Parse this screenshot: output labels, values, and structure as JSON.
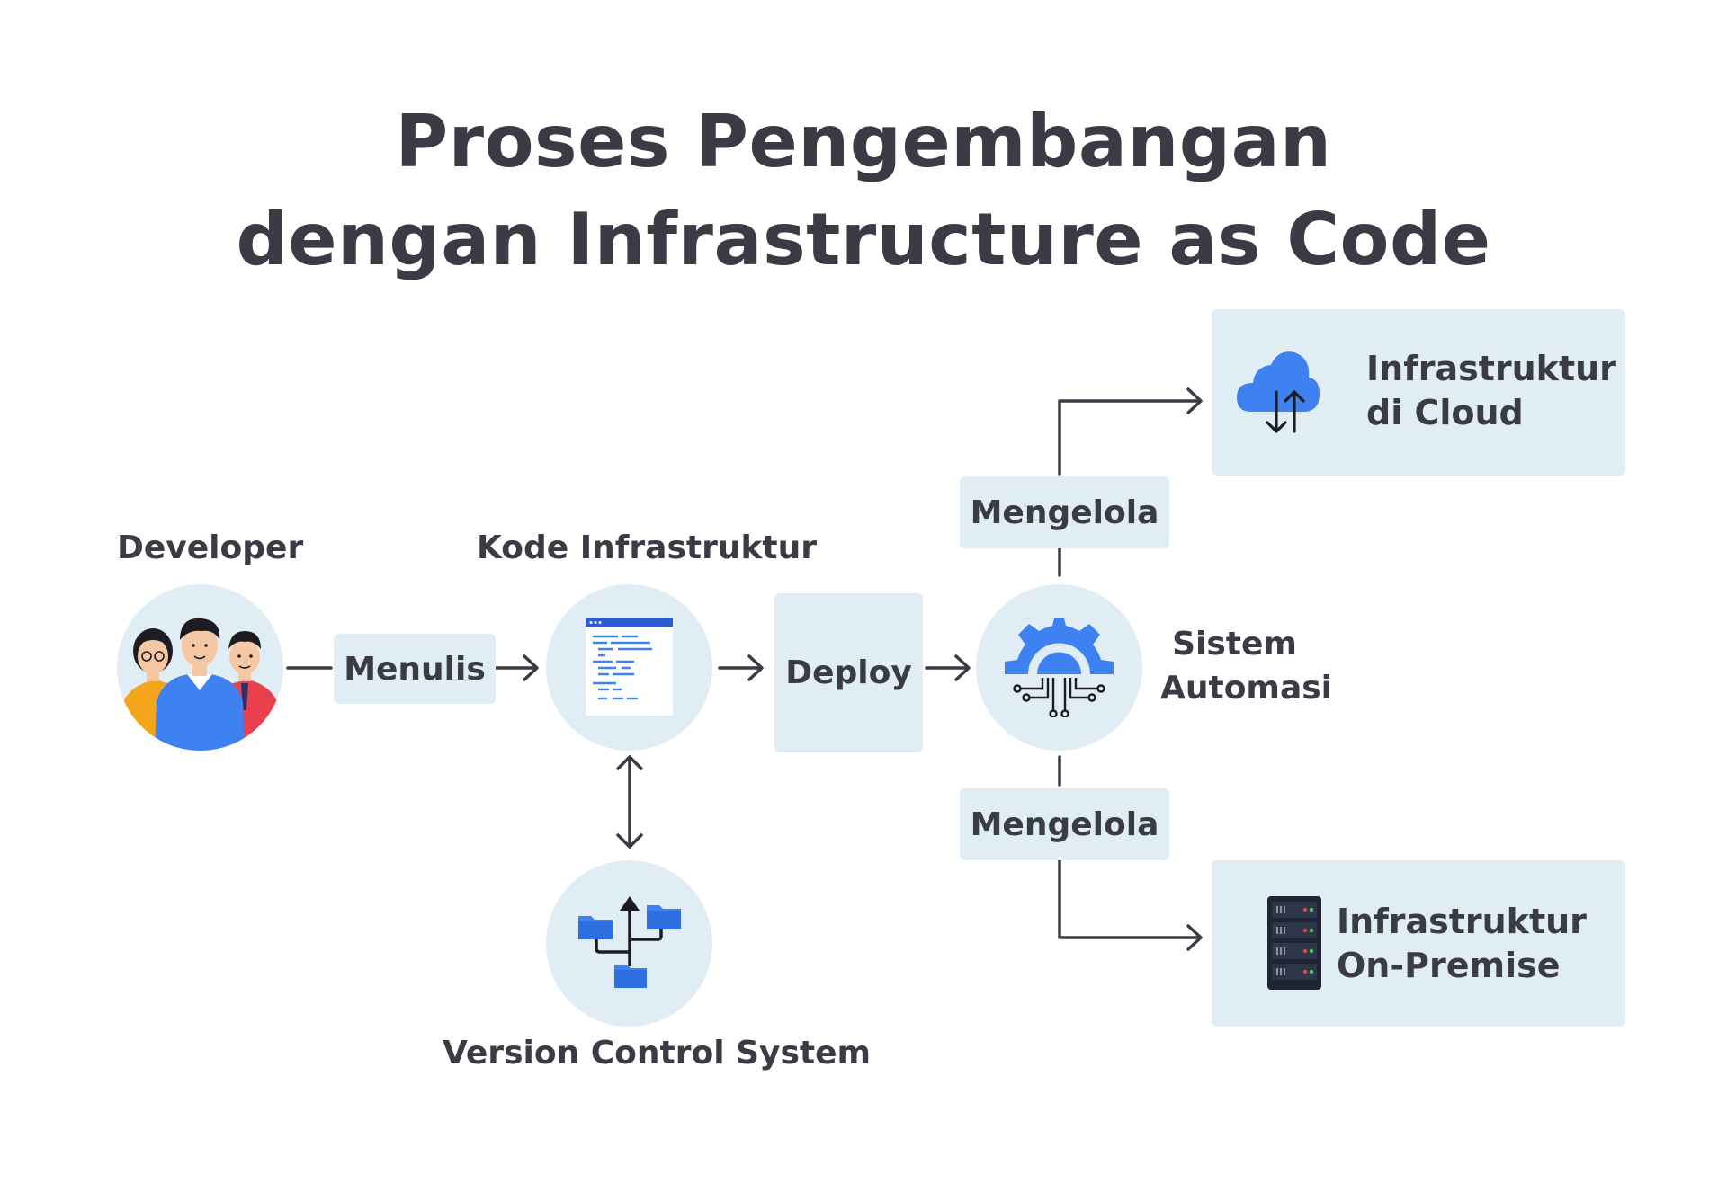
{
  "title": {
    "line1": "Proses Pengembangan",
    "line2": "dengan Infrastructure as Code"
  },
  "nodes": {
    "developer": {
      "label": "Developer",
      "icon": "developers-icon"
    },
    "code": {
      "label": "Kode Infrastruktur",
      "icon": "code-file-icon"
    },
    "vcs": {
      "label": "Version Control System",
      "icon": "version-control-icon"
    },
    "automation": {
      "label_line1": "Sistem",
      "label_line2": "Automasi",
      "icon": "automation-gear-icon"
    },
    "cloud": {
      "label_line1": "Infrastruktur",
      "label_line2": "di Cloud",
      "icon": "cloud-upload-download-icon"
    },
    "onprem": {
      "label_line1": "Infrastruktur",
      "label_line2": "On-Premise",
      "icon": "server-rack-icon"
    }
  },
  "edges": {
    "write": "Menulis",
    "deploy": "Deploy",
    "manage_cloud": "Mengelola",
    "manage_onprem": "Mengelola"
  },
  "colors": {
    "text": "#3a3b45",
    "node_bg": "#e0edf5",
    "accent_blue": "#3d82f0",
    "line": "#3a3b45"
  }
}
